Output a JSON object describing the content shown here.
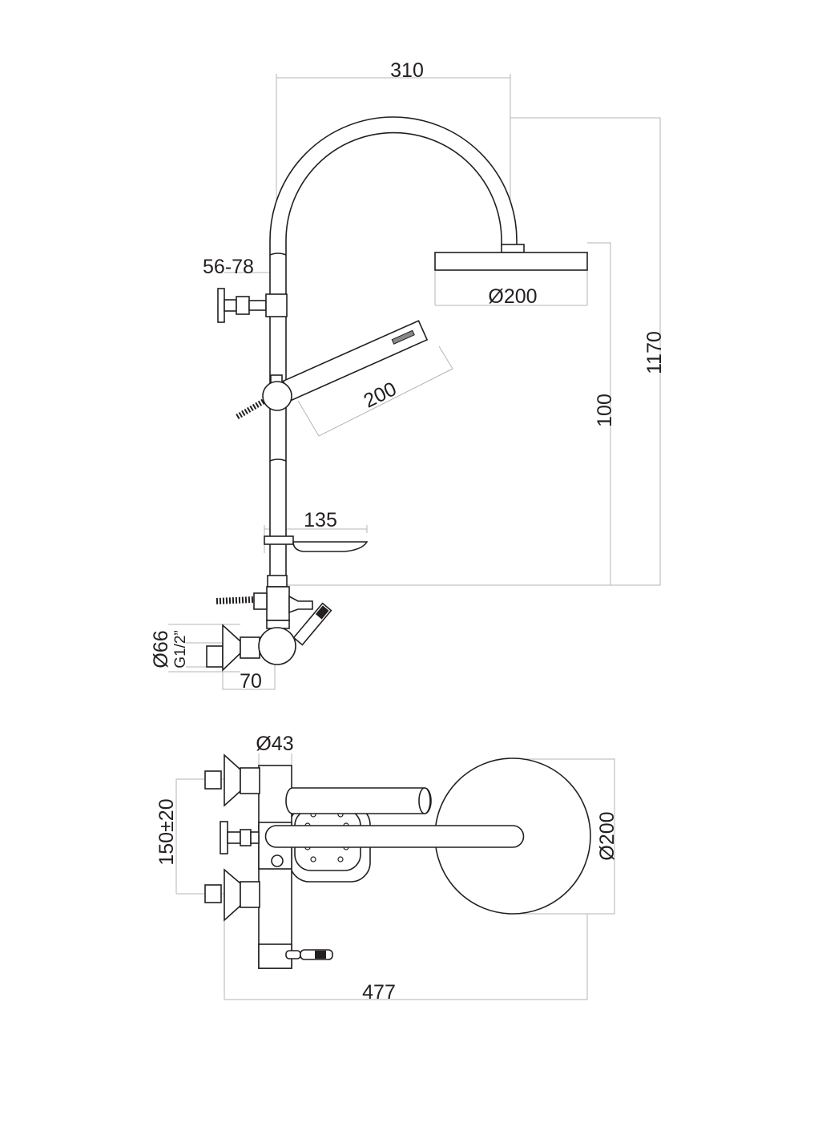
{
  "drawing": {
    "front_view": {
      "width_dim": "310",
      "head_diameter": "Ø200",
      "total_height": "1170",
      "head_height": "100",
      "hand_shower_length": "200",
      "bracket_range": "56-78",
      "soap_dish_dim": "135",
      "mixer_diameter": "Ø66",
      "thread": "G1/2”",
      "mixer_depth": "70"
    },
    "top_view": {
      "body_diameter": "Ø43",
      "head_diameter": "Ø200",
      "center_distance": "150±20",
      "total_projection": "477"
    },
    "colors": {
      "line": "#231f20",
      "dimension": "#b5b5b5"
    }
  }
}
